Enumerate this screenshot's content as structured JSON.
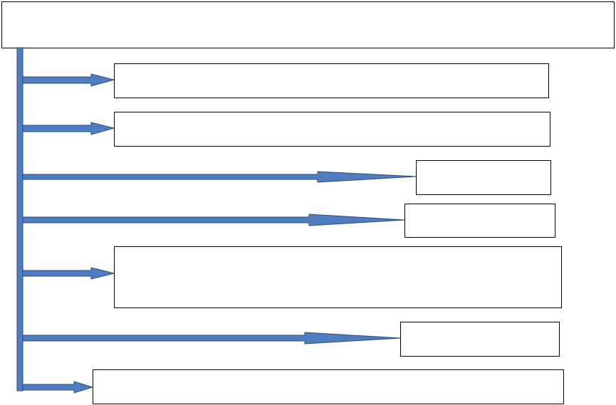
{
  "diagram": {
    "colors": {
      "arrow_fill": "#4f7dc0",
      "arrow_stroke": "#2b4a7a",
      "box_border": "#000000",
      "background": "#ffffff"
    },
    "header_box": {
      "text": ""
    },
    "boxes": [
      {
        "id": "box-1",
        "text": ""
      },
      {
        "id": "box-2",
        "text": ""
      },
      {
        "id": "box-3",
        "text": ""
      },
      {
        "id": "box-4",
        "text": ""
      },
      {
        "id": "box-5",
        "text": ""
      },
      {
        "id": "box-6",
        "text": ""
      },
      {
        "id": "box-7",
        "text": ""
      }
    ]
  }
}
